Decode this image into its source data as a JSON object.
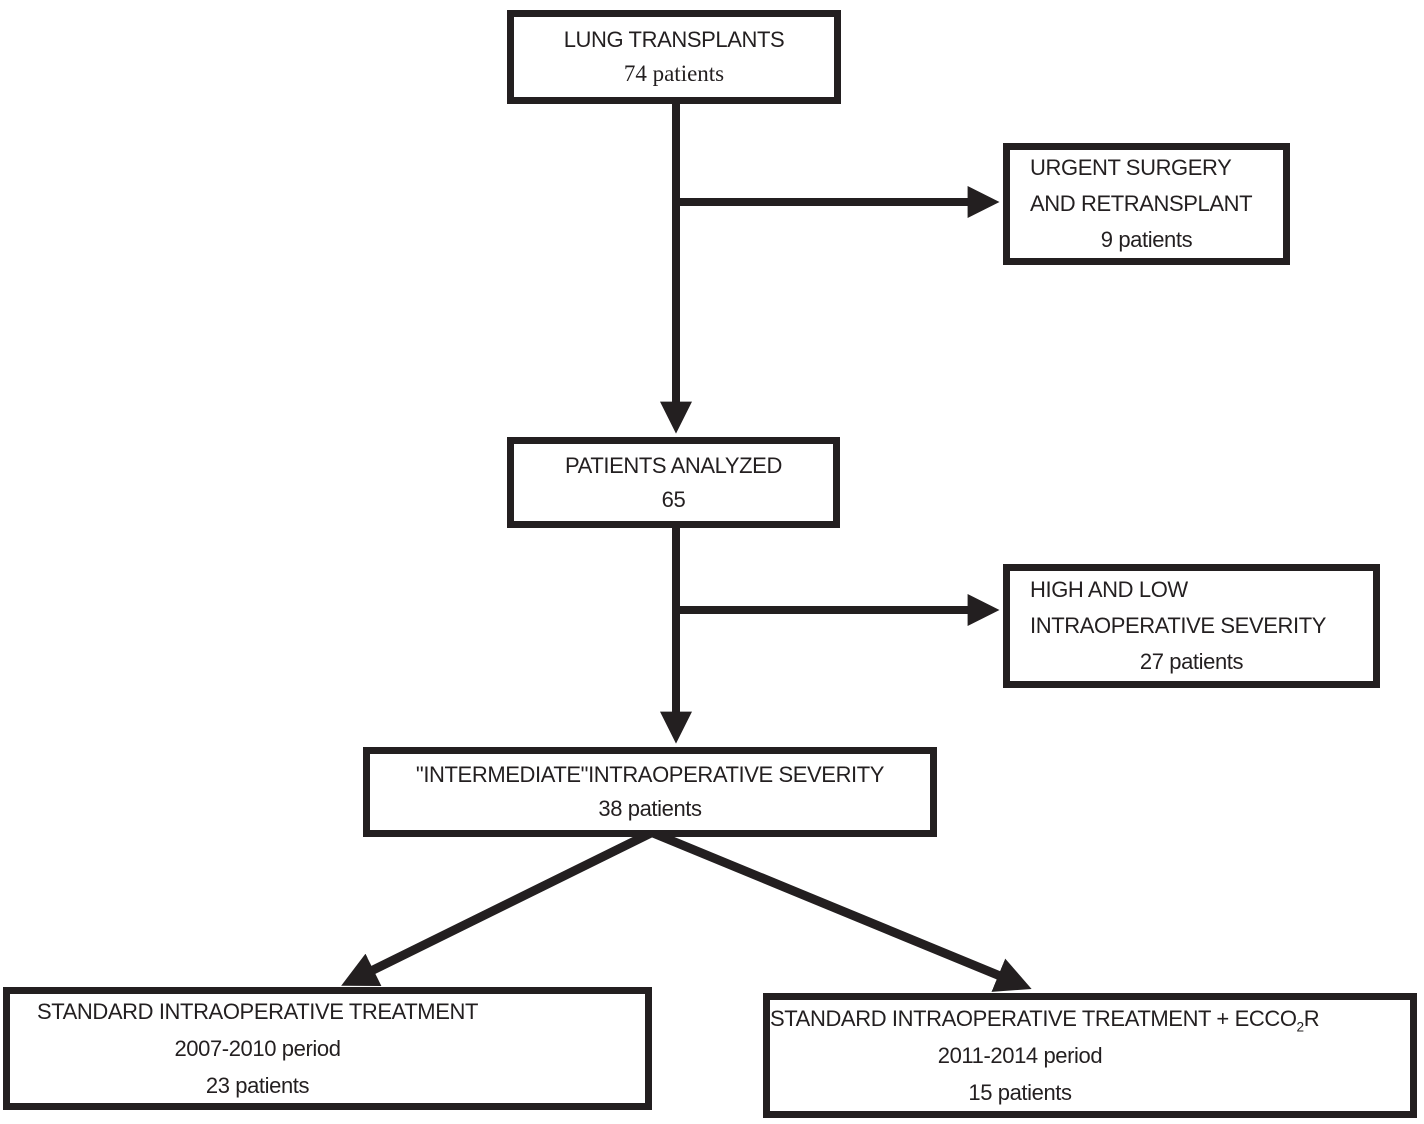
{
  "figure": {
    "type": "flowchart",
    "background": "#ffffff",
    "ink": "#231f20",
    "nodes": {
      "lungTransplants": {
        "title": "LUNG TRANSPLANTS",
        "count": "74 patients"
      },
      "urgentSurgery": {
        "title": "URGENT SURGERY",
        "title2": "AND RETRANSPLANT",
        "count": "9 patients"
      },
      "patientsAnalyzed": {
        "title": "PATIENTS ANALYZED",
        "count": "65"
      },
      "highLowSeverity": {
        "title": "HIGH AND LOW",
        "title2": "INTRAOPERATIVE SEVERITY",
        "count": "27 patients"
      },
      "intermediateSeverity": {
        "title": "\"INTERMEDIATE\"INTRAOPERATIVE SEVERITY",
        "count": "38 patients"
      },
      "standardTreatment": {
        "title": "STANDARD INTRAOPERATIVE TREATMENT",
        "period": "2007-2010 period",
        "count": "23 patients"
      },
      "standardTreatmentEcco2r": {
        "titlePre": "STANDARD INTRAOPERATIVE TREATMENT + ECCO",
        "titleSub": "2",
        "titlePost": "R",
        "period": "2011-2014 period",
        "count": "15 patients"
      }
    },
    "edges": [
      {
        "from": "lungTransplants",
        "to": "urgentSurgery"
      },
      {
        "from": "lungTransplants",
        "to": "patientsAnalyzed"
      },
      {
        "from": "patientsAnalyzed",
        "to": "highLowSeverity"
      },
      {
        "from": "patientsAnalyzed",
        "to": "intermediateSeverity"
      },
      {
        "from": "intermediateSeverity",
        "to": "standardTreatment"
      },
      {
        "from": "intermediateSeverity",
        "to": "standardTreatmentEcco2r"
      }
    ]
  }
}
